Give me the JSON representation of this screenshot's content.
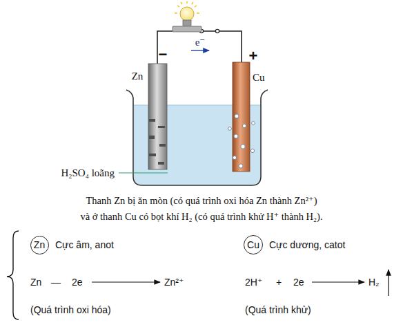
{
  "diagram": {
    "caption": "Thanh Zn bị ăn mòn (có quá trình oxi hóa Zn thành Zn²⁺) và ở thanh Cu có bọt khí H₂ (có quá trình khử H⁺ thành H₂).",
    "nodes": [
      {
        "text": [
          "Zn"
        ]
      },
      {
        "text": [
          "Cu"
        ]
      }
    ],
    "labels": [
      "−",
      "e⁻",
      "+",
      "Zn",
      "Cu",
      "H₂SO₄ loãng",
      "Cực âm, anot",
      "Cực dương, catot",
      "Zn",
      "—",
      "2e",
      "Zn²⁺",
      "2H⁺",
      "+",
      "2e",
      "H₂",
      "(Quá trình oxi hóa)",
      "(Quá trình khử)"
    ]
  }
}
